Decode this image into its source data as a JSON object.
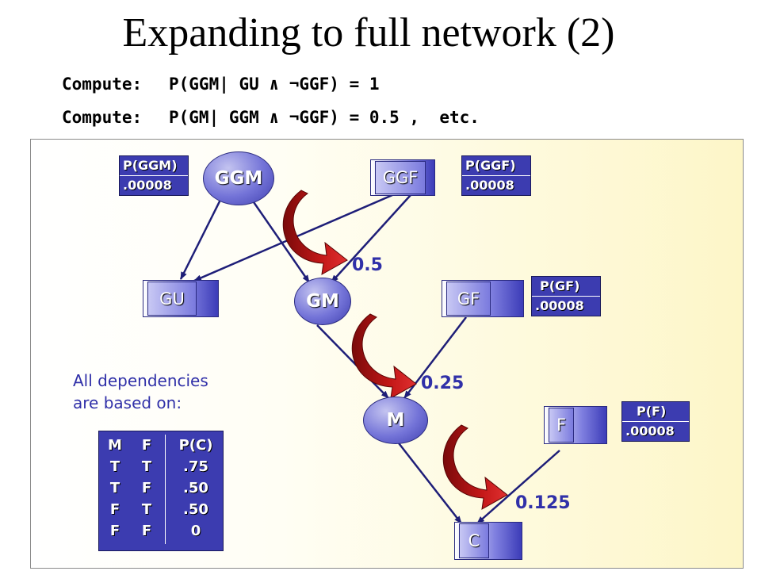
{
  "title": "Expanding to full network (2)",
  "compute_lines": [
    {
      "label": "Compute:",
      "expr": "P(GGM| GU ∧ ¬GGF) = 1"
    },
    {
      "label": "Compute:",
      "expr": "P(GM| GGM ∧ ¬GGF) = 0.5 ,  etc."
    }
  ],
  "nodes": {
    "ggm": "GGM",
    "ggf": "GGF",
    "gu": "GU",
    "gm": "GM",
    "gf": "GF",
    "m": "M",
    "f": "F",
    "c": "C"
  },
  "priors": {
    "ggm": {
      "label": "P(GGM)",
      "value": ".00008"
    },
    "ggf": {
      "label": "P(GGF)",
      "value": ".00008"
    },
    "gf": {
      "label": "P(GF)",
      "value": ".00008"
    },
    "f": {
      "label": "P(F)",
      "value": ".00008"
    }
  },
  "weights": {
    "w1": "0.5",
    "w2": "0.25",
    "w3": "0.125"
  },
  "dependencies_note": [
    "All dependencies",
    "are based on:"
  ],
  "table": {
    "headers": [
      "M",
      "F",
      "P(C)"
    ],
    "rows": [
      [
        "T",
        "T",
        ".75"
      ],
      [
        "T",
        "F",
        ".50"
      ],
      [
        "F",
        "T",
        ".50"
      ],
      [
        "F",
        "F",
        "0"
      ]
    ]
  },
  "colors": {
    "node_fill": "#7474d8",
    "arrow_red": "#c41818",
    "edge": "#1e1e78",
    "weight_text": "#3030a8"
  }
}
